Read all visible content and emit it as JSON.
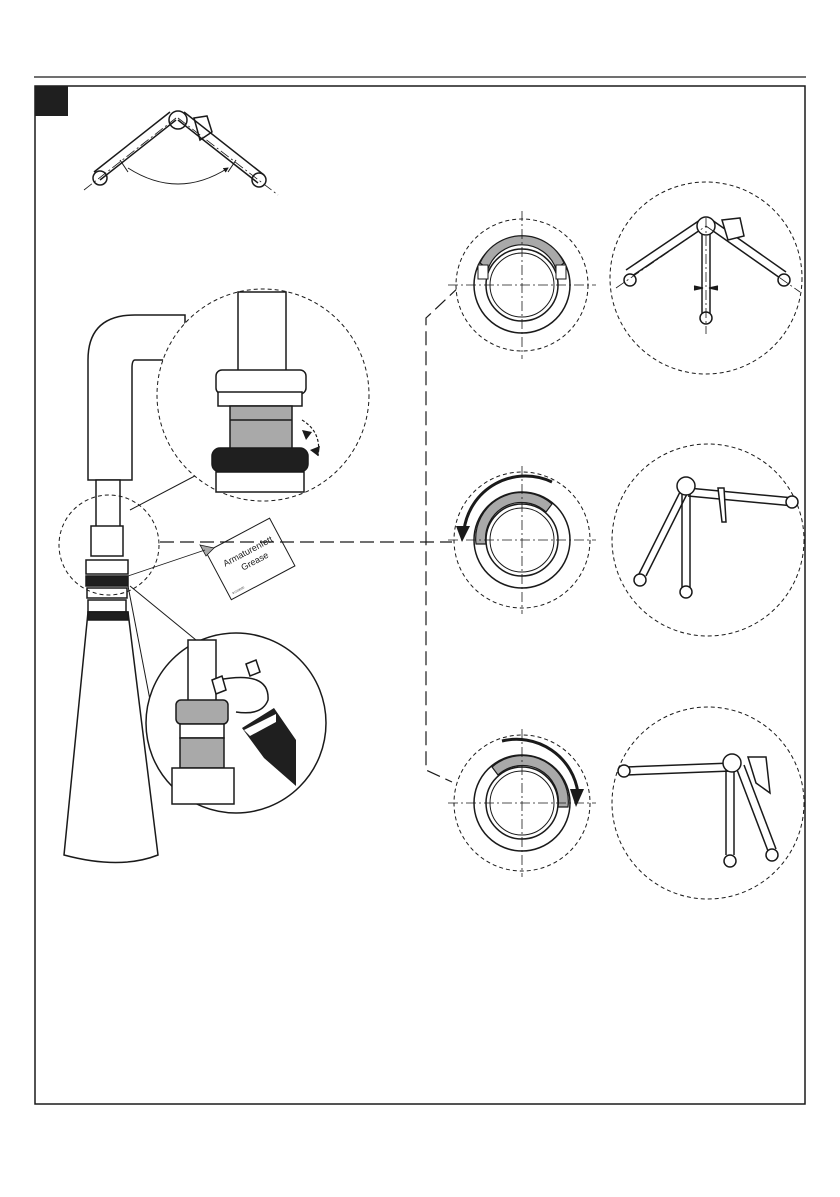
{
  "page": {
    "step_marker": "",
    "colors": {
      "ink": "#1a1a1a",
      "grey_fill": "#a9a9a9",
      "dark_fill": "#1f1f1f",
      "paper": "#ffffff"
    }
  },
  "grease_card": {
    "line1": "Armaturenfett",
    "line2": "Grease",
    "part_no": "91162000"
  },
  "icons": {
    "step_marker": "black-square-step-marker",
    "rotation_arrow": "curved-rotation-arrow",
    "push_arrow": "press-direction-arrow"
  }
}
